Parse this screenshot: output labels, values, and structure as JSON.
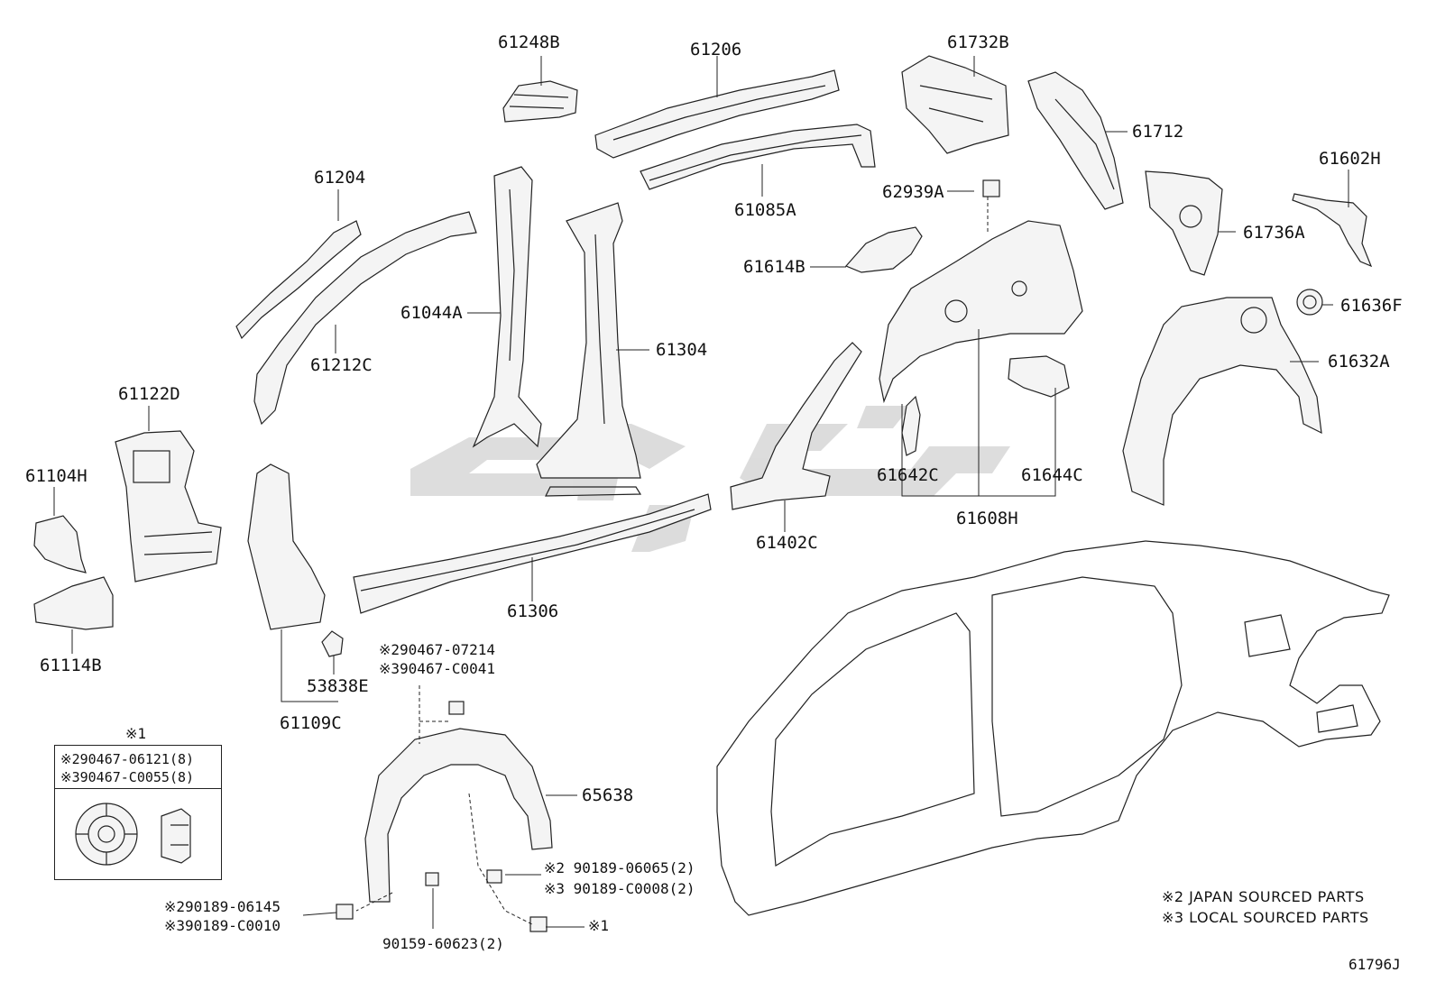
{
  "diagram_code": "61796J",
  "parts": [
    {
      "id": "p61248B",
      "text": "61248B"
    },
    {
      "id": "p61206",
      "text": "61206"
    },
    {
      "id": "p61732B",
      "text": "61732B"
    },
    {
      "id": "p61712",
      "text": "61712"
    },
    {
      "id": "p61602H",
      "text": "61602H"
    },
    {
      "id": "p61204",
      "text": "61204"
    },
    {
      "id": "p61085A",
      "text": "61085A"
    },
    {
      "id": "p62939A",
      "text": "62939A"
    },
    {
      "id": "p61736A",
      "text": "61736A"
    },
    {
      "id": "p61614B",
      "text": "61614B"
    },
    {
      "id": "p61044A",
      "text": "61044A"
    },
    {
      "id": "p61636F",
      "text": "61636F"
    },
    {
      "id": "p61304",
      "text": "61304"
    },
    {
      "id": "p61212C",
      "text": "61212C"
    },
    {
      "id": "p61632A",
      "text": "61632A"
    },
    {
      "id": "p61122D",
      "text": "61122D"
    },
    {
      "id": "p61104H",
      "text": "61104H"
    },
    {
      "id": "p61642C",
      "text": "61642C"
    },
    {
      "id": "p61644C",
      "text": "61644C"
    },
    {
      "id": "p61608H",
      "text": "61608H"
    },
    {
      "id": "p61402C",
      "text": "61402C"
    },
    {
      "id": "p61306",
      "text": "61306"
    },
    {
      "id": "p61114B",
      "text": "61114B"
    },
    {
      "id": "p53838E",
      "text": "53838E"
    },
    {
      "id": "p61109C",
      "text": "61109C"
    },
    {
      "id": "p65638",
      "text": "65638"
    }
  ],
  "fasteners": {
    "top_clip_line1": "※290467-07214",
    "top_clip_line2": "※390467-C0041",
    "screw_right_line1": "※2  90189-06065(2)",
    "screw_right_line2": "※3  90189-C0008(2)",
    "screw_left_line1": "※290189-06145",
    "screw_left_line2": "※390189-C0010",
    "bolt_bottom": "90159-60623(2)",
    "nut_ref": "※1"
  },
  "legend": {
    "title": "※1",
    "line1": "※290467-06121(8)",
    "line2": "※390467-C0055(8)"
  },
  "notes": {
    "japan": "※2  JAPAN SOURCED PARTS",
    "local": "※3  LOCAL SOURCED PARTS"
  }
}
